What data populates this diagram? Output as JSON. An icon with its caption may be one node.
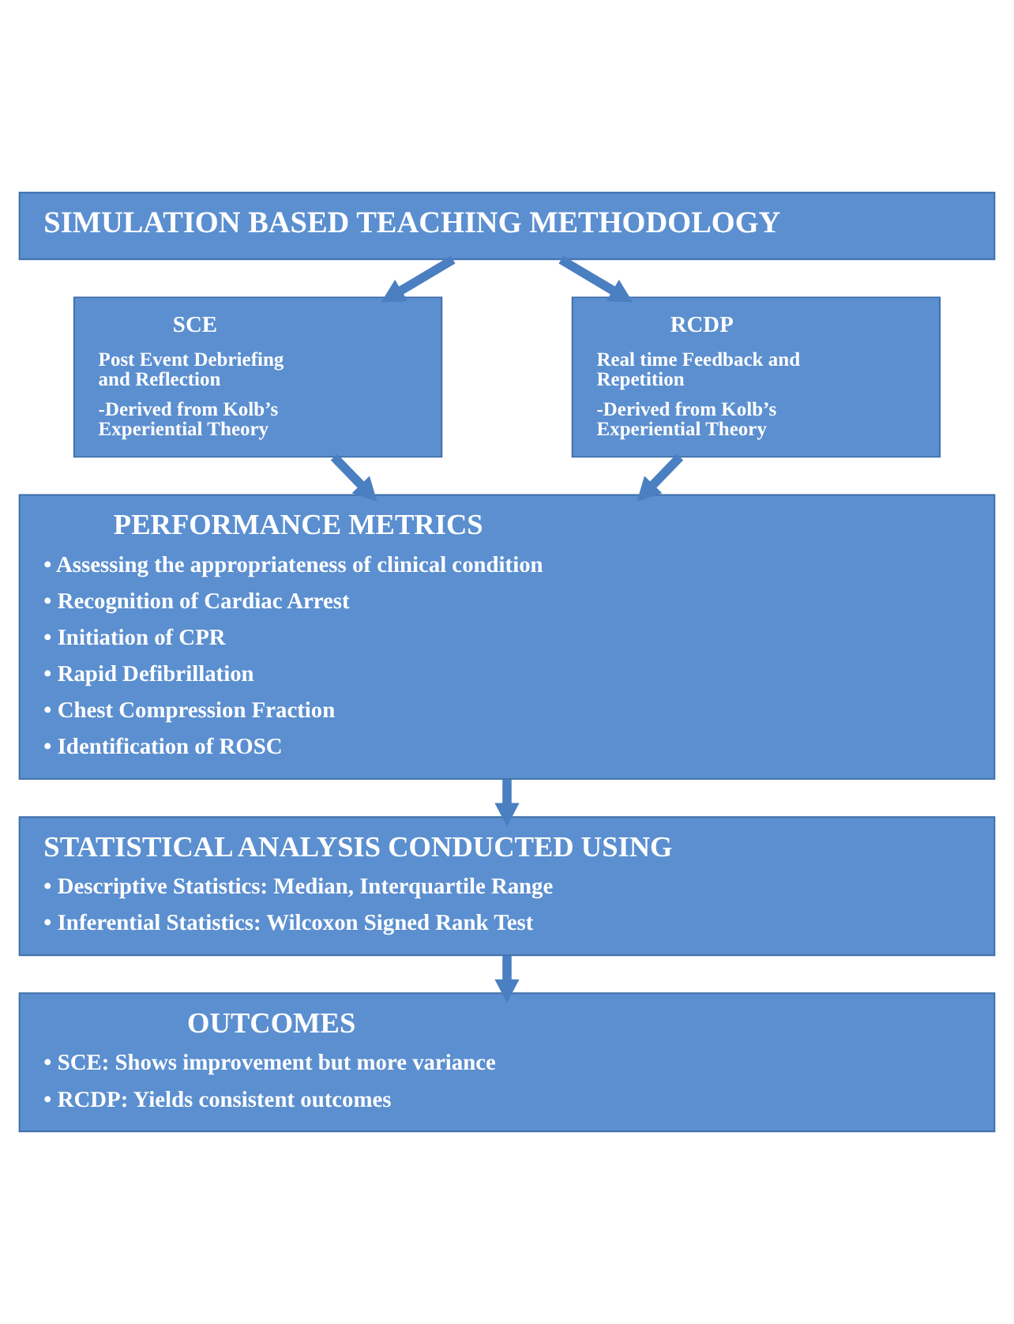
{
  "diagram": {
    "nodes": [
      {
        "text": [
          "SIMULATION BASED TEACHING METHODOLOGY"
        ]
      },
      {
        "text": [
          "SCE",
          "Post Event Debriefing and Reflection",
          "-Derived from Kolb’s Experiential Theory"
        ]
      },
      {
        "text": [
          "RCDP",
          "Real time Feedback and Repetition",
          "-Derived from Kolb’s Experiential Theory"
        ]
      },
      {
        "text": [
          "PERFORMANCE METRICS",
          "• Assessing the appropriateness of clinical condition",
          "• Recognition of Cardiac Arrest",
          "• Initiation of CPR",
          "• Rapid Defibrillation",
          "• Chest Compression Fraction",
          "• Identification of ROSC"
        ]
      },
      {
        "text": [
          "STATISTICAL ANALYSIS CONDUCTED USING",
          "• Descriptive Statistics: Median, Interquartile Range",
          "• Inferential Statistics: Wilcoxon Signed Rank Test"
        ]
      },
      {
        "text": [
          "OUTCOMES",
          "• SCE: Shows improvement but more variance",
          "• RCDP: Yields consistent outcomes"
        ]
      }
    ],
    "edges": [
      {
        "from": 0,
        "to": 1,
        "arrow": "to"
      },
      {
        "from": 0,
        "to": 2,
        "arrow": "to"
      },
      {
        "from": 1,
        "to": 3,
        "arrow": "to"
      },
      {
        "from": 2,
        "to": 3,
        "arrow": "to"
      },
      {
        "from": 3,
        "to": 4,
        "arrow": "to"
      },
      {
        "from": 4,
        "to": 5,
        "arrow": "to"
      }
    ]
  }
}
